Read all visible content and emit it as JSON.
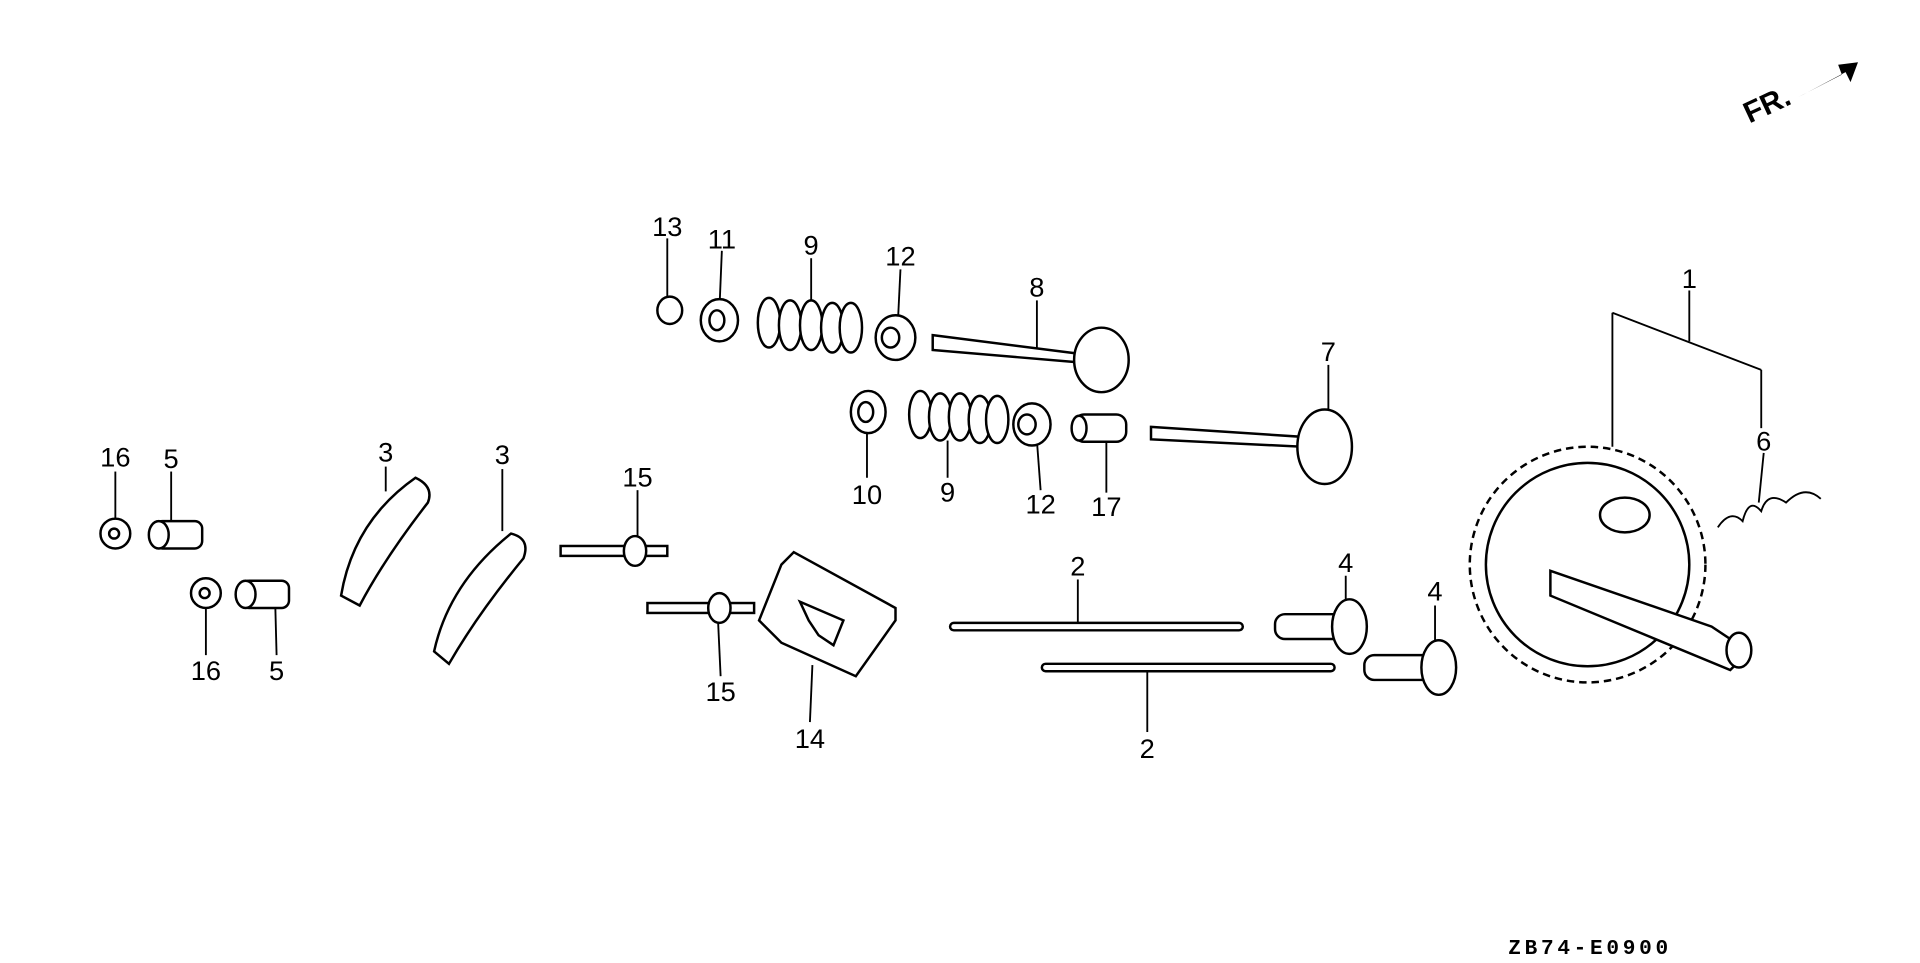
{
  "diagram": {
    "drawing_code": "ZB74-E0900",
    "front_indicator": "FR.",
    "callouts": {
      "c1": "1",
      "c2a": "2",
      "c2b": "2",
      "c3a": "3",
      "c3b": "3",
      "c4a": "4",
      "c4b": "4",
      "c5a": "5",
      "c5b": "5",
      "c6": "6",
      "c7": "7",
      "c8": "8",
      "c9a": "9",
      "c9b": "9",
      "c10": "10",
      "c11": "11",
      "c12a": "12",
      "c12b": "12",
      "c13": "13",
      "c14": "14",
      "c15a": "15",
      "c15b": "15",
      "c16a": "16",
      "c16b": "16",
      "c17": "17"
    }
  }
}
